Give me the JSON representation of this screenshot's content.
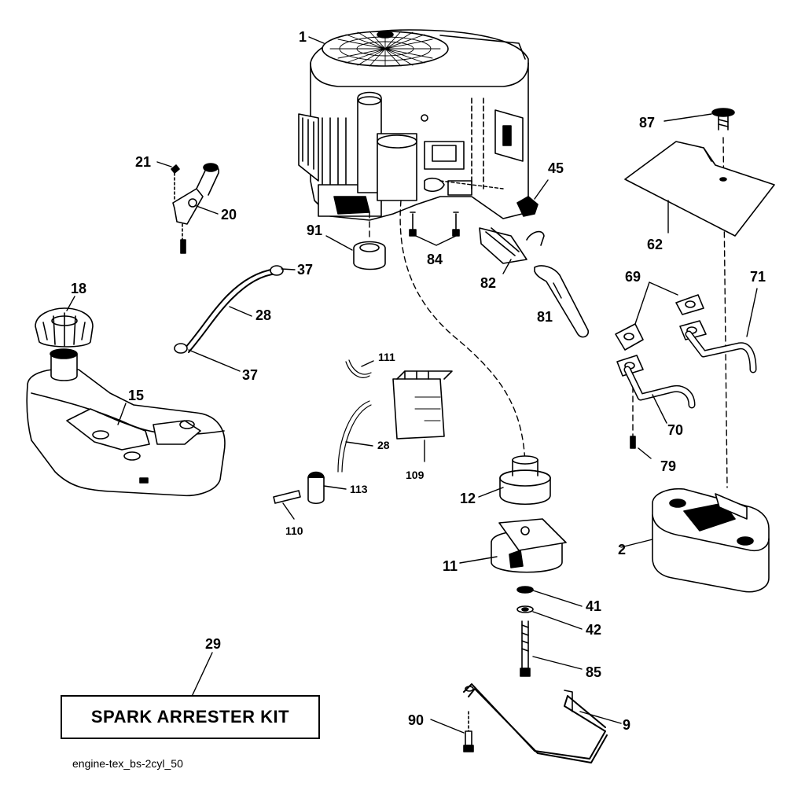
{
  "diagram": {
    "file_label": "engine-tex_bs-2cyl_50",
    "kit_label": "SPARK ARRESTER KIT",
    "parts": [
      {
        "id": "p1",
        "num": "1"
      },
      {
        "id": "p2",
        "num": "2"
      },
      {
        "id": "p9",
        "num": "9"
      },
      {
        "id": "p11",
        "num": "11"
      },
      {
        "id": "p12",
        "num": "12"
      },
      {
        "id": "p15",
        "num": "15"
      },
      {
        "id": "p18",
        "num": "18"
      },
      {
        "id": "p20",
        "num": "20"
      },
      {
        "id": "p21",
        "num": "21"
      },
      {
        "id": "p28a",
        "num": "28"
      },
      {
        "id": "p28b",
        "num": "28"
      },
      {
        "id": "p29",
        "num": "29"
      },
      {
        "id": "p37a",
        "num": "37"
      },
      {
        "id": "p37b",
        "num": "37"
      },
      {
        "id": "p41",
        "num": "41"
      },
      {
        "id": "p42",
        "num": "42"
      },
      {
        "id": "p45",
        "num": "45"
      },
      {
        "id": "p62",
        "num": "62"
      },
      {
        "id": "p69",
        "num": "69"
      },
      {
        "id": "p70",
        "num": "70"
      },
      {
        "id": "p71",
        "num": "71"
      },
      {
        "id": "p79",
        "num": "79"
      },
      {
        "id": "p81",
        "num": "81"
      },
      {
        "id": "p82",
        "num": "82"
      },
      {
        "id": "p84",
        "num": "84"
      },
      {
        "id": "p85",
        "num": "85"
      },
      {
        "id": "p87",
        "num": "87"
      },
      {
        "id": "p90",
        "num": "90"
      },
      {
        "id": "p91",
        "num": "91"
      },
      {
        "id": "p109",
        "num": "109"
      },
      {
        "id": "p110",
        "num": "110"
      },
      {
        "id": "p111",
        "num": "111"
      },
      {
        "id": "p113",
        "num": "113"
      }
    ]
  }
}
